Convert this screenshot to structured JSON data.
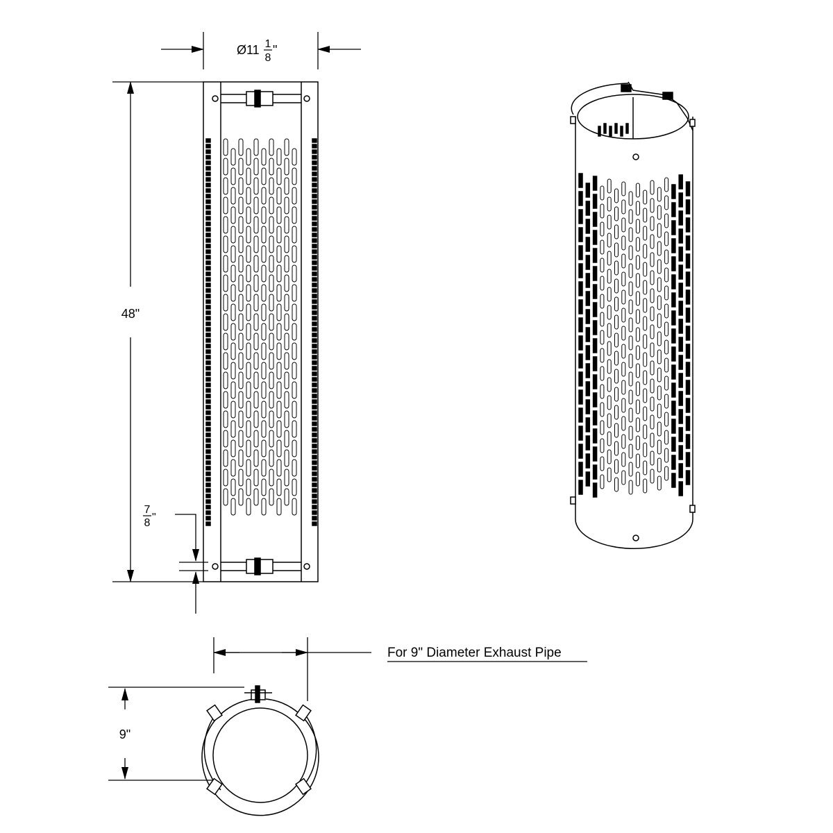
{
  "dimensions": {
    "diameter_prefix": "Ø11",
    "diameter_frac_num": "1",
    "diameter_frac_den": "8",
    "diameter_unit": "\"",
    "height": "48\"",
    "gap_frac_num": "7",
    "gap_frac_den": "8",
    "gap_unit": "\"",
    "pipe_diameter": "9\""
  },
  "note": {
    "text": "For 9\" Diameter Exhaust Pipe"
  },
  "colors": {
    "ink": "#000000",
    "background": "#ffffff"
  }
}
